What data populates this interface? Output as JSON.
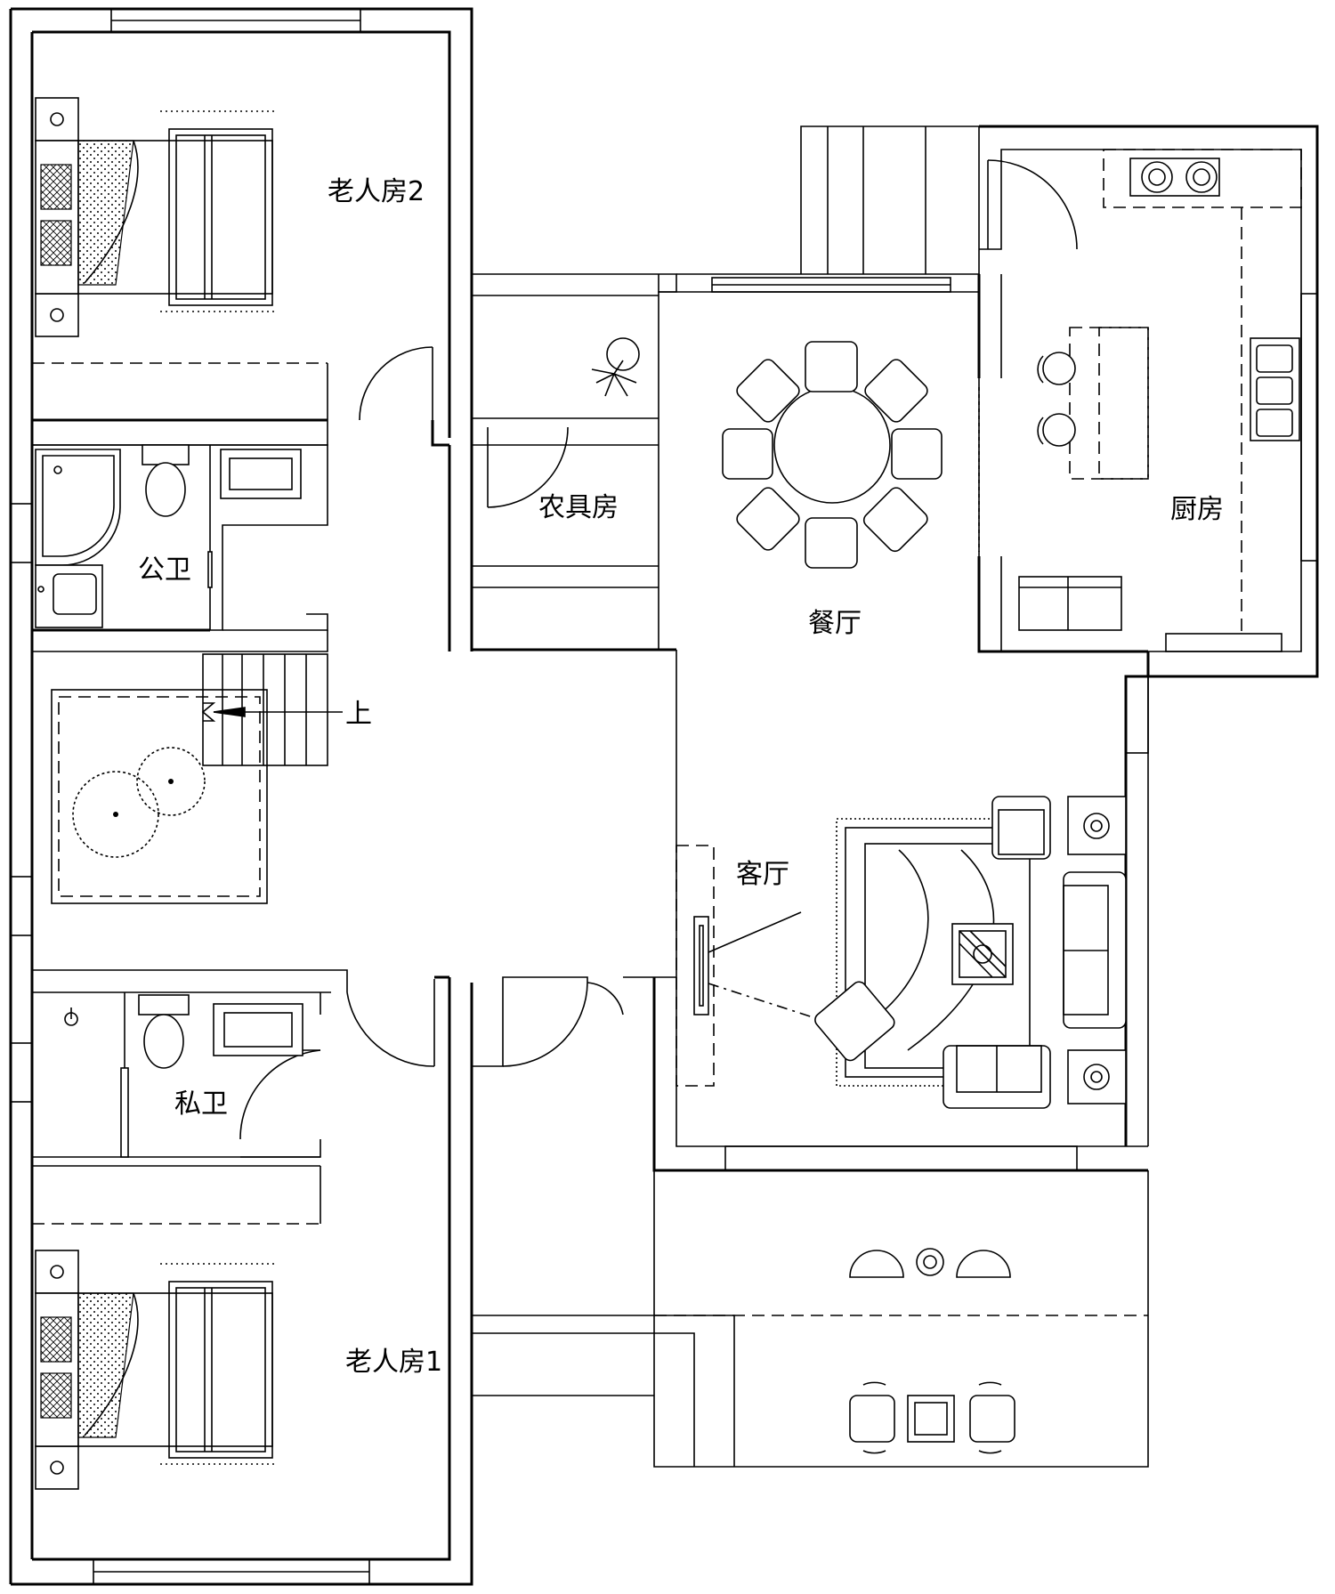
{
  "labels": {
    "bedroom2": "老人房2",
    "bedroom1": "老人房1",
    "public_bath": "公卫",
    "private_bath": "私卫",
    "tool_room": "农具房",
    "dining": "餐厅",
    "kitchen": "厨房",
    "living": "客厅",
    "stairs_up": "上"
  },
  "colors": {
    "line": "#000000",
    "background": "#ffffff"
  }
}
